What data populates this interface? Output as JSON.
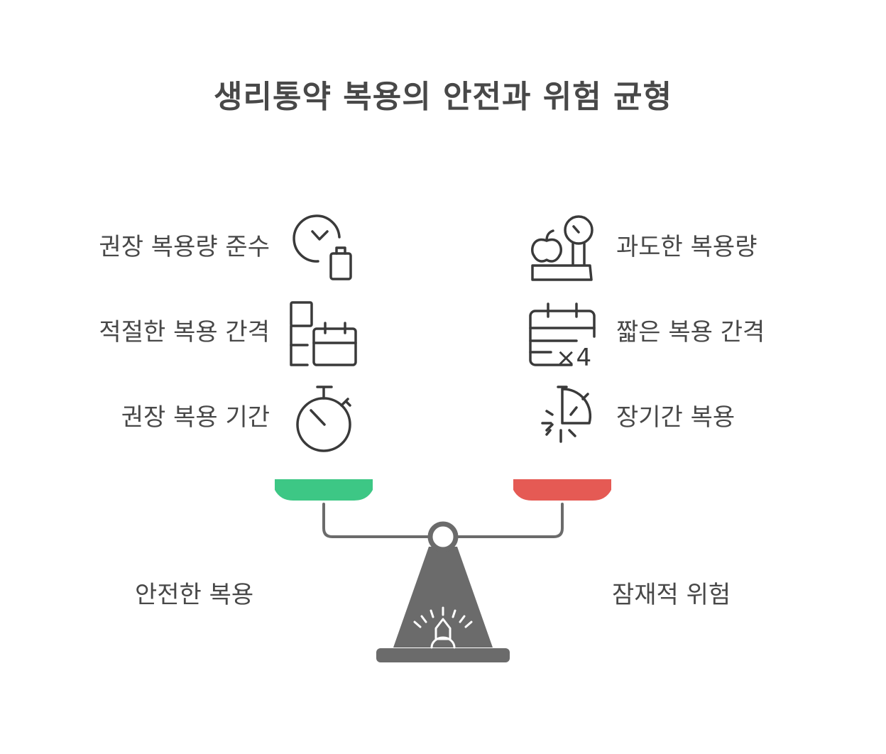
{
  "title": "생리통약 복용의 안전과 위험 균형",
  "left_factors": [
    {
      "label": "권장 복용량 준수",
      "icon": "clock-battery-icon"
    },
    {
      "label": "적절한 복용 간격",
      "icon": "schedule-calendar-icon"
    },
    {
      "label": "권장 복용 기간",
      "icon": "stopwatch-icon"
    }
  ],
  "right_factors": [
    {
      "label": "과도한 복용량",
      "icon": "weighing-scale-apple-icon"
    },
    {
      "label": "짧은 복용 간격",
      "icon": "calendar-times-four-icon"
    },
    {
      "label": "장기간 복용",
      "icon": "timer-burst-icon"
    }
  ],
  "icon_text": {
    "times_four": "×4"
  },
  "left_outcome": "안전한 복용",
  "right_outcome": "잠재적 위험",
  "colors": {
    "left_pan": "#3DC785",
    "right_pan": "#E55A54",
    "stand": "#6B6B6B",
    "text": "#484848",
    "icon_stroke": "#3a3a3a"
  }
}
